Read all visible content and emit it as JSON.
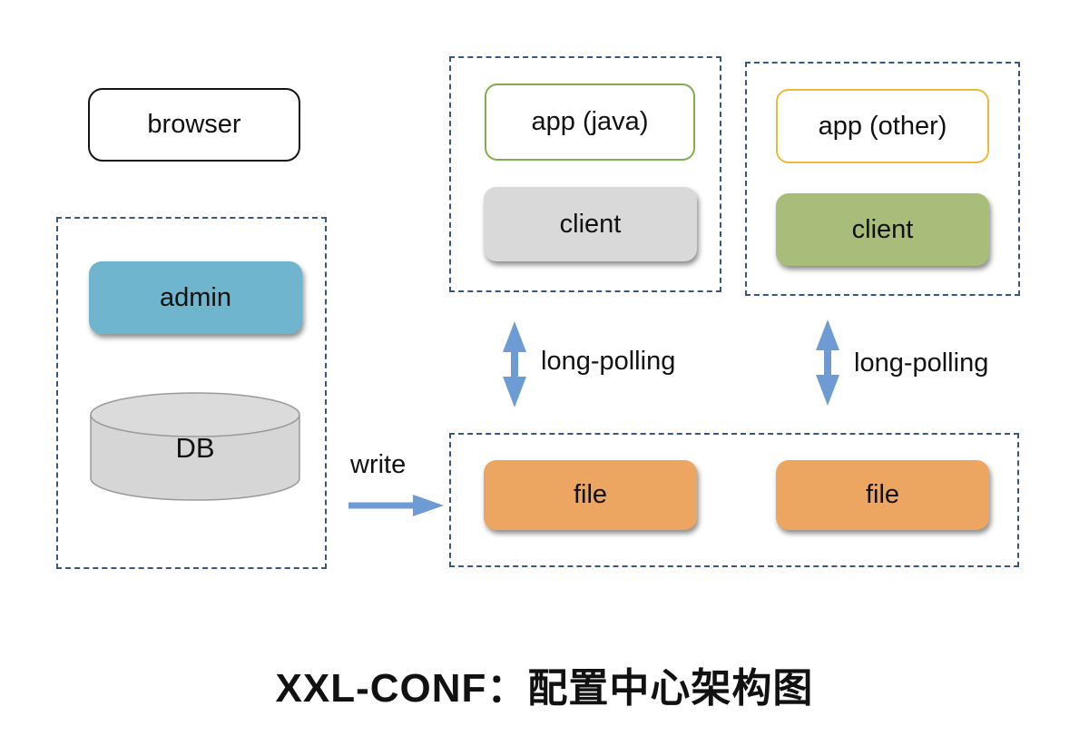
{
  "title": "XXL-CONF：配置中心架构图",
  "nodes": {
    "browser": "browser",
    "admin": "admin",
    "db": "DB",
    "app_java": "app (java)",
    "client_java": "client",
    "app_other": "app (other)",
    "client_other": "client",
    "file_java": "file",
    "file_other": "file"
  },
  "labels": {
    "write": "write",
    "long_polling_left": "long-polling",
    "long_polling_right": "long-polling"
  },
  "colors": {
    "admin_fill": "#6fb5cd",
    "client_java_fill": "#d9d9d9",
    "client_other_fill": "#a9bd7a",
    "file_fill": "#eca661",
    "app_java_border": "#7fae4e",
    "app_other_border": "#e9bb3d",
    "arrow_blue": "#6f9bd5",
    "group_dash_border": "#3a5580",
    "db_fill": "#d6d6d6"
  }
}
